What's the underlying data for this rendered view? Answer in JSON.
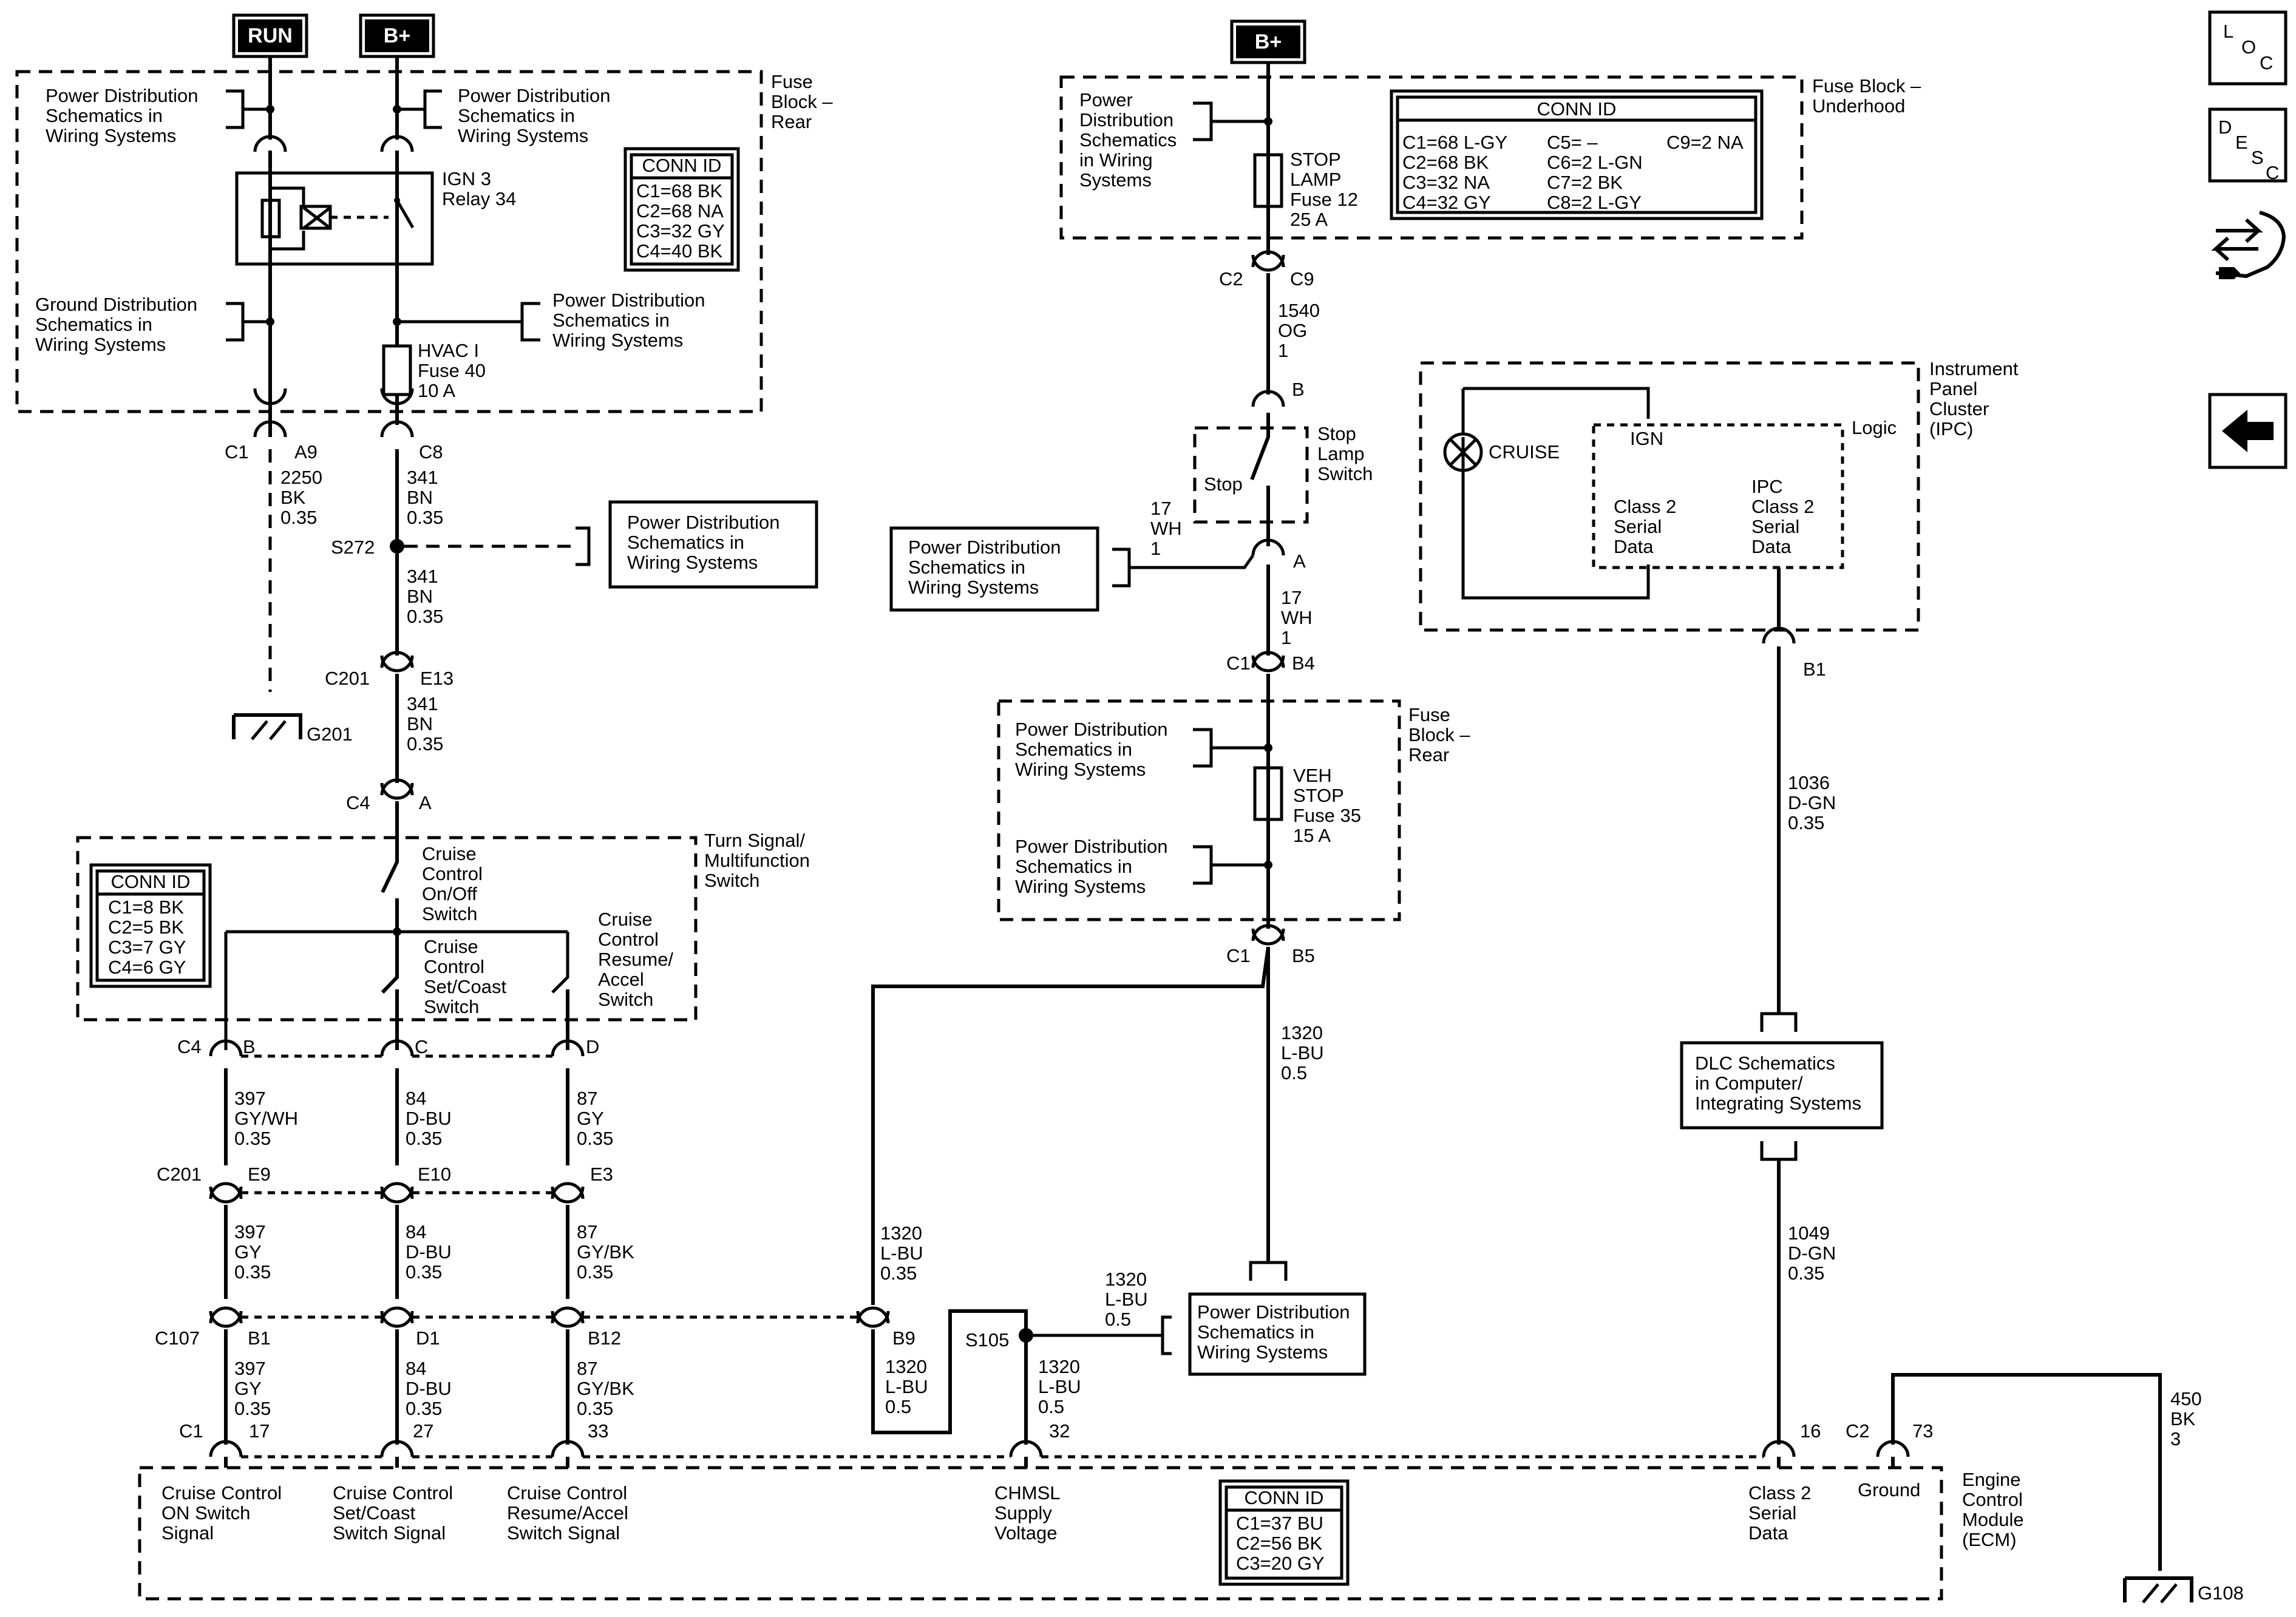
{
  "top_sources": {
    "run": "RUN",
    "bplus_left": "B+",
    "bplus_right": "B+"
  },
  "blocks": {
    "fuse_block_rear_top": [
      "Fuse",
      "Block –",
      "Rear"
    ],
    "fuse_block_underhood": [
      "Fuse Block –",
      "Underhood"
    ],
    "fuse_block_rear_mid": [
      "Fuse",
      "Block –",
      "Rear"
    ],
    "turn_signal": [
      "Turn Signal/",
      "Multifunction",
      "Switch"
    ],
    "ipc": [
      "Instrument",
      "Panel",
      "Cluster",
      "(IPC)"
    ],
    "ecm": [
      "Engine",
      "Control",
      "Module",
      "(ECM)"
    ]
  },
  "refs": {
    "pd_1": [
      "Power Distribution",
      "Schematics in",
      "Wiring Systems"
    ],
    "pd_2": [
      "Power Distribution",
      "Schematics in",
      "Wiring Systems"
    ],
    "gd_1": [
      "Ground Distribution",
      "Schematics in",
      "Wiring Systems"
    ],
    "pd_3": [
      "Power Distribution",
      "Schematics in",
      "Wiring Systems"
    ],
    "pd_box_s272": [
      "Power Distribution",
      "Schematics in",
      "Wiring Systems"
    ],
    "pd_underhood": [
      "Power",
      "Distribution",
      "Schematics",
      "in Wiring",
      "Systems"
    ],
    "pd_box_stop": [
      "Power Distribution",
      "Schematics in",
      "Wiring Systems"
    ],
    "pd_rear_1": [
      "Power Distribution",
      "Schematics in",
      "Wiring Systems"
    ],
    "pd_rear_2": [
      "Power Distribution",
      "Schematics in",
      "Wiring Systems"
    ],
    "pd_box_s105": [
      "Power Distribution",
      "Schematics in",
      "Wiring Systems"
    ],
    "dlc_box": [
      "DLC Schematics",
      "in Computer/",
      "Integrating Systems"
    ]
  },
  "conn_ids": {
    "rear_top": {
      "title": "CONN ID",
      "rows": [
        "C1=68 BK",
        "C2=68 NA",
        "C3=32 GY",
        "C4=40 BK"
      ]
    },
    "underhood": {
      "title": "CONN ID",
      "col1": [
        "C1=68 L-GY",
        "C2=68 BK",
        "C3=32 NA",
        "C4=32 GY"
      ],
      "col2": [
        "C5= –",
        "C6=2 L-GN",
        "C7=2 BK",
        "C8=2 L-GY"
      ],
      "col3": [
        "C9=2 NA"
      ]
    },
    "turn_signal": {
      "title": "CONN ID",
      "rows": [
        "C1=8 BK",
        "C2=5 BK",
        "C3=7 GY",
        "C4=6 GY"
      ]
    },
    "ecm": {
      "title": "CONN ID",
      "rows": [
        "C1=37 BU",
        "C2=56 BK",
        "C3=20 GY"
      ]
    }
  },
  "components": {
    "relay": [
      "IGN 3",
      "Relay 34"
    ],
    "hvac_fuse": [
      "HVAC I",
      "Fuse 40",
      "10 A"
    ],
    "stop_lamp_fuse": [
      "STOP",
      "LAMP",
      "Fuse 12",
      "25 A"
    ],
    "veh_stop_fuse": [
      "VEH",
      "STOP",
      "Fuse 35",
      "15 A"
    ],
    "stop_switch_label": "Stop",
    "stop_switch_name": [
      "Stop",
      "Lamp",
      "Switch"
    ],
    "cruise_onoff": [
      "Cruise",
      "Control",
      "On/Off",
      "Switch"
    ],
    "cruise_setcoast": [
      "Cruise",
      "Control",
      "Set/Coast",
      "Switch"
    ],
    "cruise_resume": [
      "Cruise",
      "Control",
      "Resume/",
      "Accel",
      "Switch"
    ],
    "cruise_lamp": "CRUISE",
    "ipc_ign": "IGN",
    "ipc_logic": "Logic",
    "ipc_class2": [
      "Class 2",
      "Serial",
      "Data"
    ],
    "ipc_ipcclass2": [
      "IPC",
      "Class 2",
      "Serial",
      "Data"
    ]
  },
  "connectors": {
    "c1_a9": [
      "C1",
      "A9"
    ],
    "c8": "C8",
    "c201_e13": [
      "C201",
      "E13"
    ],
    "c4_a": [
      "C4",
      "A"
    ],
    "c2_c9": [
      "C2",
      "C9"
    ],
    "pin_b": "B",
    "pin_a": "A",
    "c1_b4": [
      "C1",
      "B4"
    ],
    "c1_b5": [
      "C1",
      "B5"
    ],
    "b1_ipc": "B1",
    "c4_b": [
      "C4",
      "B"
    ],
    "pin_c": "C",
    "pin_d": "D",
    "c201_e9": [
      "C201",
      "E9"
    ],
    "e10": "E10",
    "e3": "E3",
    "c107_b1": [
      "C107",
      "B1"
    ],
    "d1": "D1",
    "b12": "B12",
    "b9": "B9",
    "c1_17": [
      "C1",
      "17"
    ],
    "p27": "27",
    "p33": "33",
    "p32": "32",
    "p16": "16",
    "c2_73": [
      "C2",
      "73"
    ]
  },
  "splices": {
    "s272": "S272",
    "s105": "S105"
  },
  "grounds": {
    "g201": "G201",
    "g108": "G108"
  },
  "wires": {
    "w2250": [
      "2250",
      "BK",
      "0.35"
    ],
    "w341a": [
      "341",
      "BN",
      "0.35"
    ],
    "w341b": [
      "341",
      "BN",
      "0.35"
    ],
    "w341c": [
      "341",
      "BN",
      "0.35"
    ],
    "w1540": [
      "1540",
      "OG",
      "1"
    ],
    "w17a": [
      "17",
      "WH",
      "1"
    ],
    "w17b": [
      "17",
      "WH",
      "1"
    ],
    "w1320a": [
      "1320",
      "L-BU",
      "0.5"
    ],
    "w1320b": [
      "1320",
      "L-BU",
      "0.35"
    ],
    "w1320c": [
      "1320",
      "L-BU",
      "0.5"
    ],
    "w1320d": [
      "1320",
      "L-BU",
      "0.5"
    ],
    "w1320e": [
      "1320",
      "L-BU",
      "0.5"
    ],
    "w1036": [
      "1036",
      "D-GN",
      "0.35"
    ],
    "w1049": [
      "1049",
      "D-GN",
      "0.35"
    ],
    "w450": [
      "450",
      "BK",
      "3"
    ],
    "w397a": [
      "397",
      "GY/WH",
      "0.35"
    ],
    "w84a": [
      "84",
      "D-BU",
      "0.35"
    ],
    "w87a": [
      "87",
      "GY",
      "0.35"
    ],
    "w397b": [
      "397",
      "GY",
      "0.35"
    ],
    "w84b": [
      "84",
      "D-BU",
      "0.35"
    ],
    "w87b": [
      "87",
      "GY/BK",
      "0.35"
    ],
    "w397c": [
      "397",
      "GY",
      "0.35"
    ],
    "w84c": [
      "84",
      "D-BU",
      "0.35"
    ],
    "w87c": [
      "87",
      "GY/BK",
      "0.35"
    ]
  },
  "ecm_pins": {
    "on_switch": [
      "Cruise Control",
      "ON Switch",
      "Signal"
    ],
    "set_coast": [
      "Cruise Control",
      "Set/Coast",
      "Switch Signal"
    ],
    "resume_accel": [
      "Cruise Control",
      "Resume/Accel",
      "Switch Signal"
    ],
    "chmsl": [
      "CHMSL",
      "Supply",
      "Voltage"
    ],
    "class2": [
      "Class 2",
      "Serial",
      "Data"
    ],
    "ground": "Ground"
  },
  "side_icons": {
    "loc": [
      "L",
      "O",
      "C"
    ],
    "desc": [
      "D",
      "E",
      "S",
      "C"
    ]
  }
}
